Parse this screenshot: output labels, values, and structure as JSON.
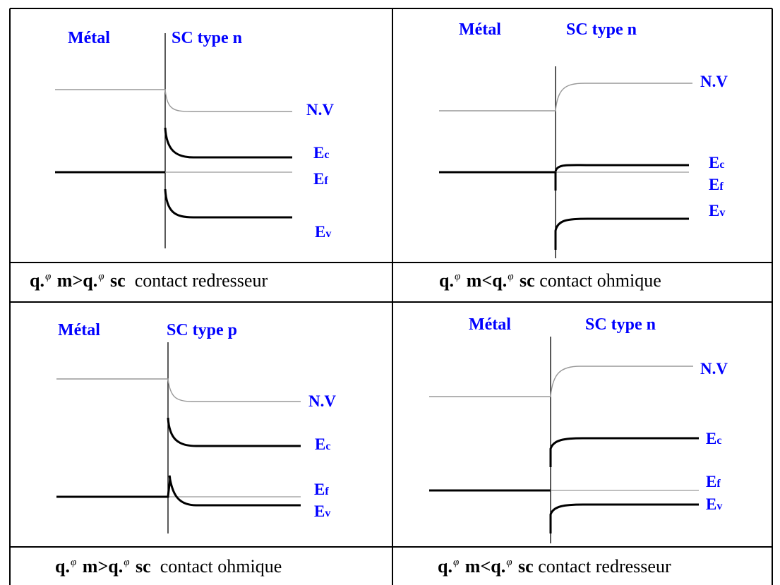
{
  "colors": {
    "label": "#0000ff",
    "border": "#000000",
    "thin_line": "#999999",
    "thick_line": "#000000"
  },
  "panels": [
    {
      "header_left": "Métal",
      "header_right": "SC type n",
      "nv": "N.V",
      "ec_main": "E",
      "ec_sub": "c",
      "ef_main": "E",
      "ef_sub": "f",
      "ev_main": "E",
      "ev_sub": "v",
      "caption": {
        "p1": "q.",
        "phi1": "φ",
        "p2": "m>q.",
        "phi2": "φ",
        "p3": "sc",
        "p4": "contact redresseur"
      }
    },
    {
      "header_left": "Métal",
      "header_right": "SC type n",
      "nv": "N.V",
      "ec_main": "E",
      "ec_sub": "c",
      "ef_main": "E",
      "ef_sub": "f",
      "ev_main": "E",
      "ev_sub": "v",
      "caption": {
        "p1": "q.",
        "phi1": "φ",
        "p2": "m<q.",
        "phi2": "φ",
        "p3": "sc",
        "p4": "contact ohmique"
      }
    },
    {
      "header_left": "Métal",
      "header_right": "SC type p",
      "nv": "N.V",
      "ec_main": "E",
      "ec_sub": "c",
      "ef_main": "E",
      "ef_sub": "f",
      "ev_main": "E",
      "ev_sub": "v",
      "caption": {
        "p1": "q.",
        "phi1": "φ",
        "p2": "m>q.",
        "phi2": "φ",
        "p3": "sc",
        "p4": "contact ohmique"
      }
    },
    {
      "header_left": "Métal",
      "header_right": "SC type n",
      "nv": "N.V",
      "ec_main": "E",
      "ec_sub": "c",
      "ef_main": "E",
      "ef_sub": "f",
      "ev_main": "E",
      "ev_sub": "v",
      "caption": {
        "p1": "q.",
        "phi1": "φ",
        "p2": "m<q.",
        "phi2": "φ",
        "p3": "sc",
        "p4": "contact redresseur"
      }
    }
  ]
}
